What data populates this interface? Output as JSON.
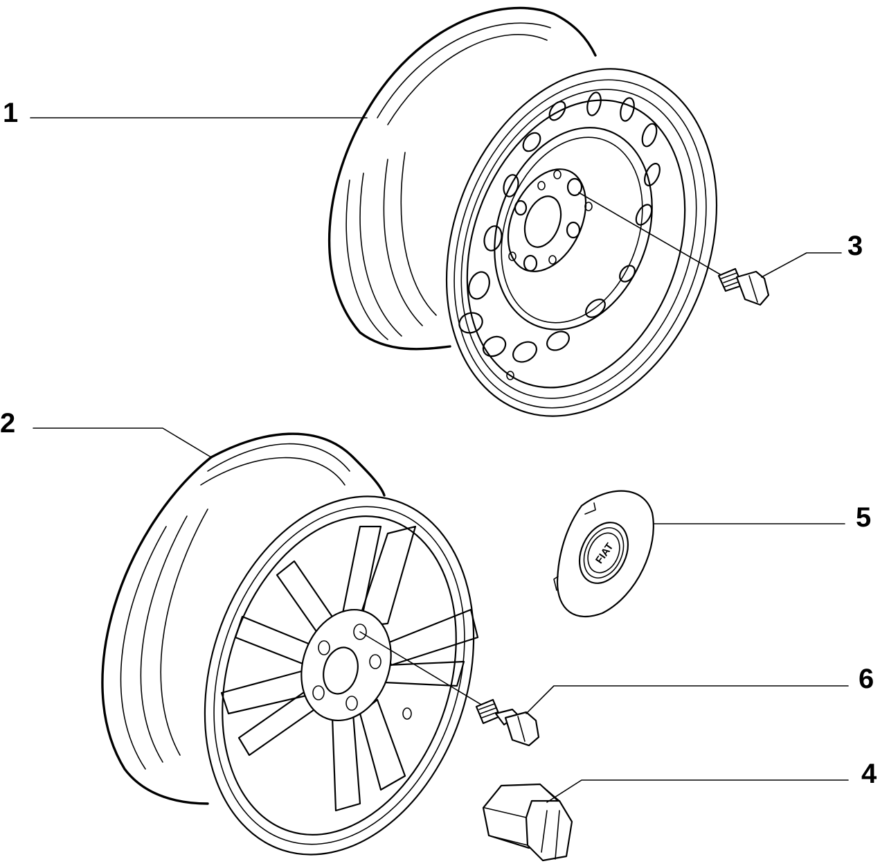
{
  "callouts": {
    "c1": "1",
    "c2": "2",
    "c3": "3",
    "c4": "4",
    "c5": "5",
    "c6": "6"
  },
  "hubcap_logo": "FIAT",
  "colors": {
    "ink": "#000000",
    "paper": "#ffffff"
  }
}
